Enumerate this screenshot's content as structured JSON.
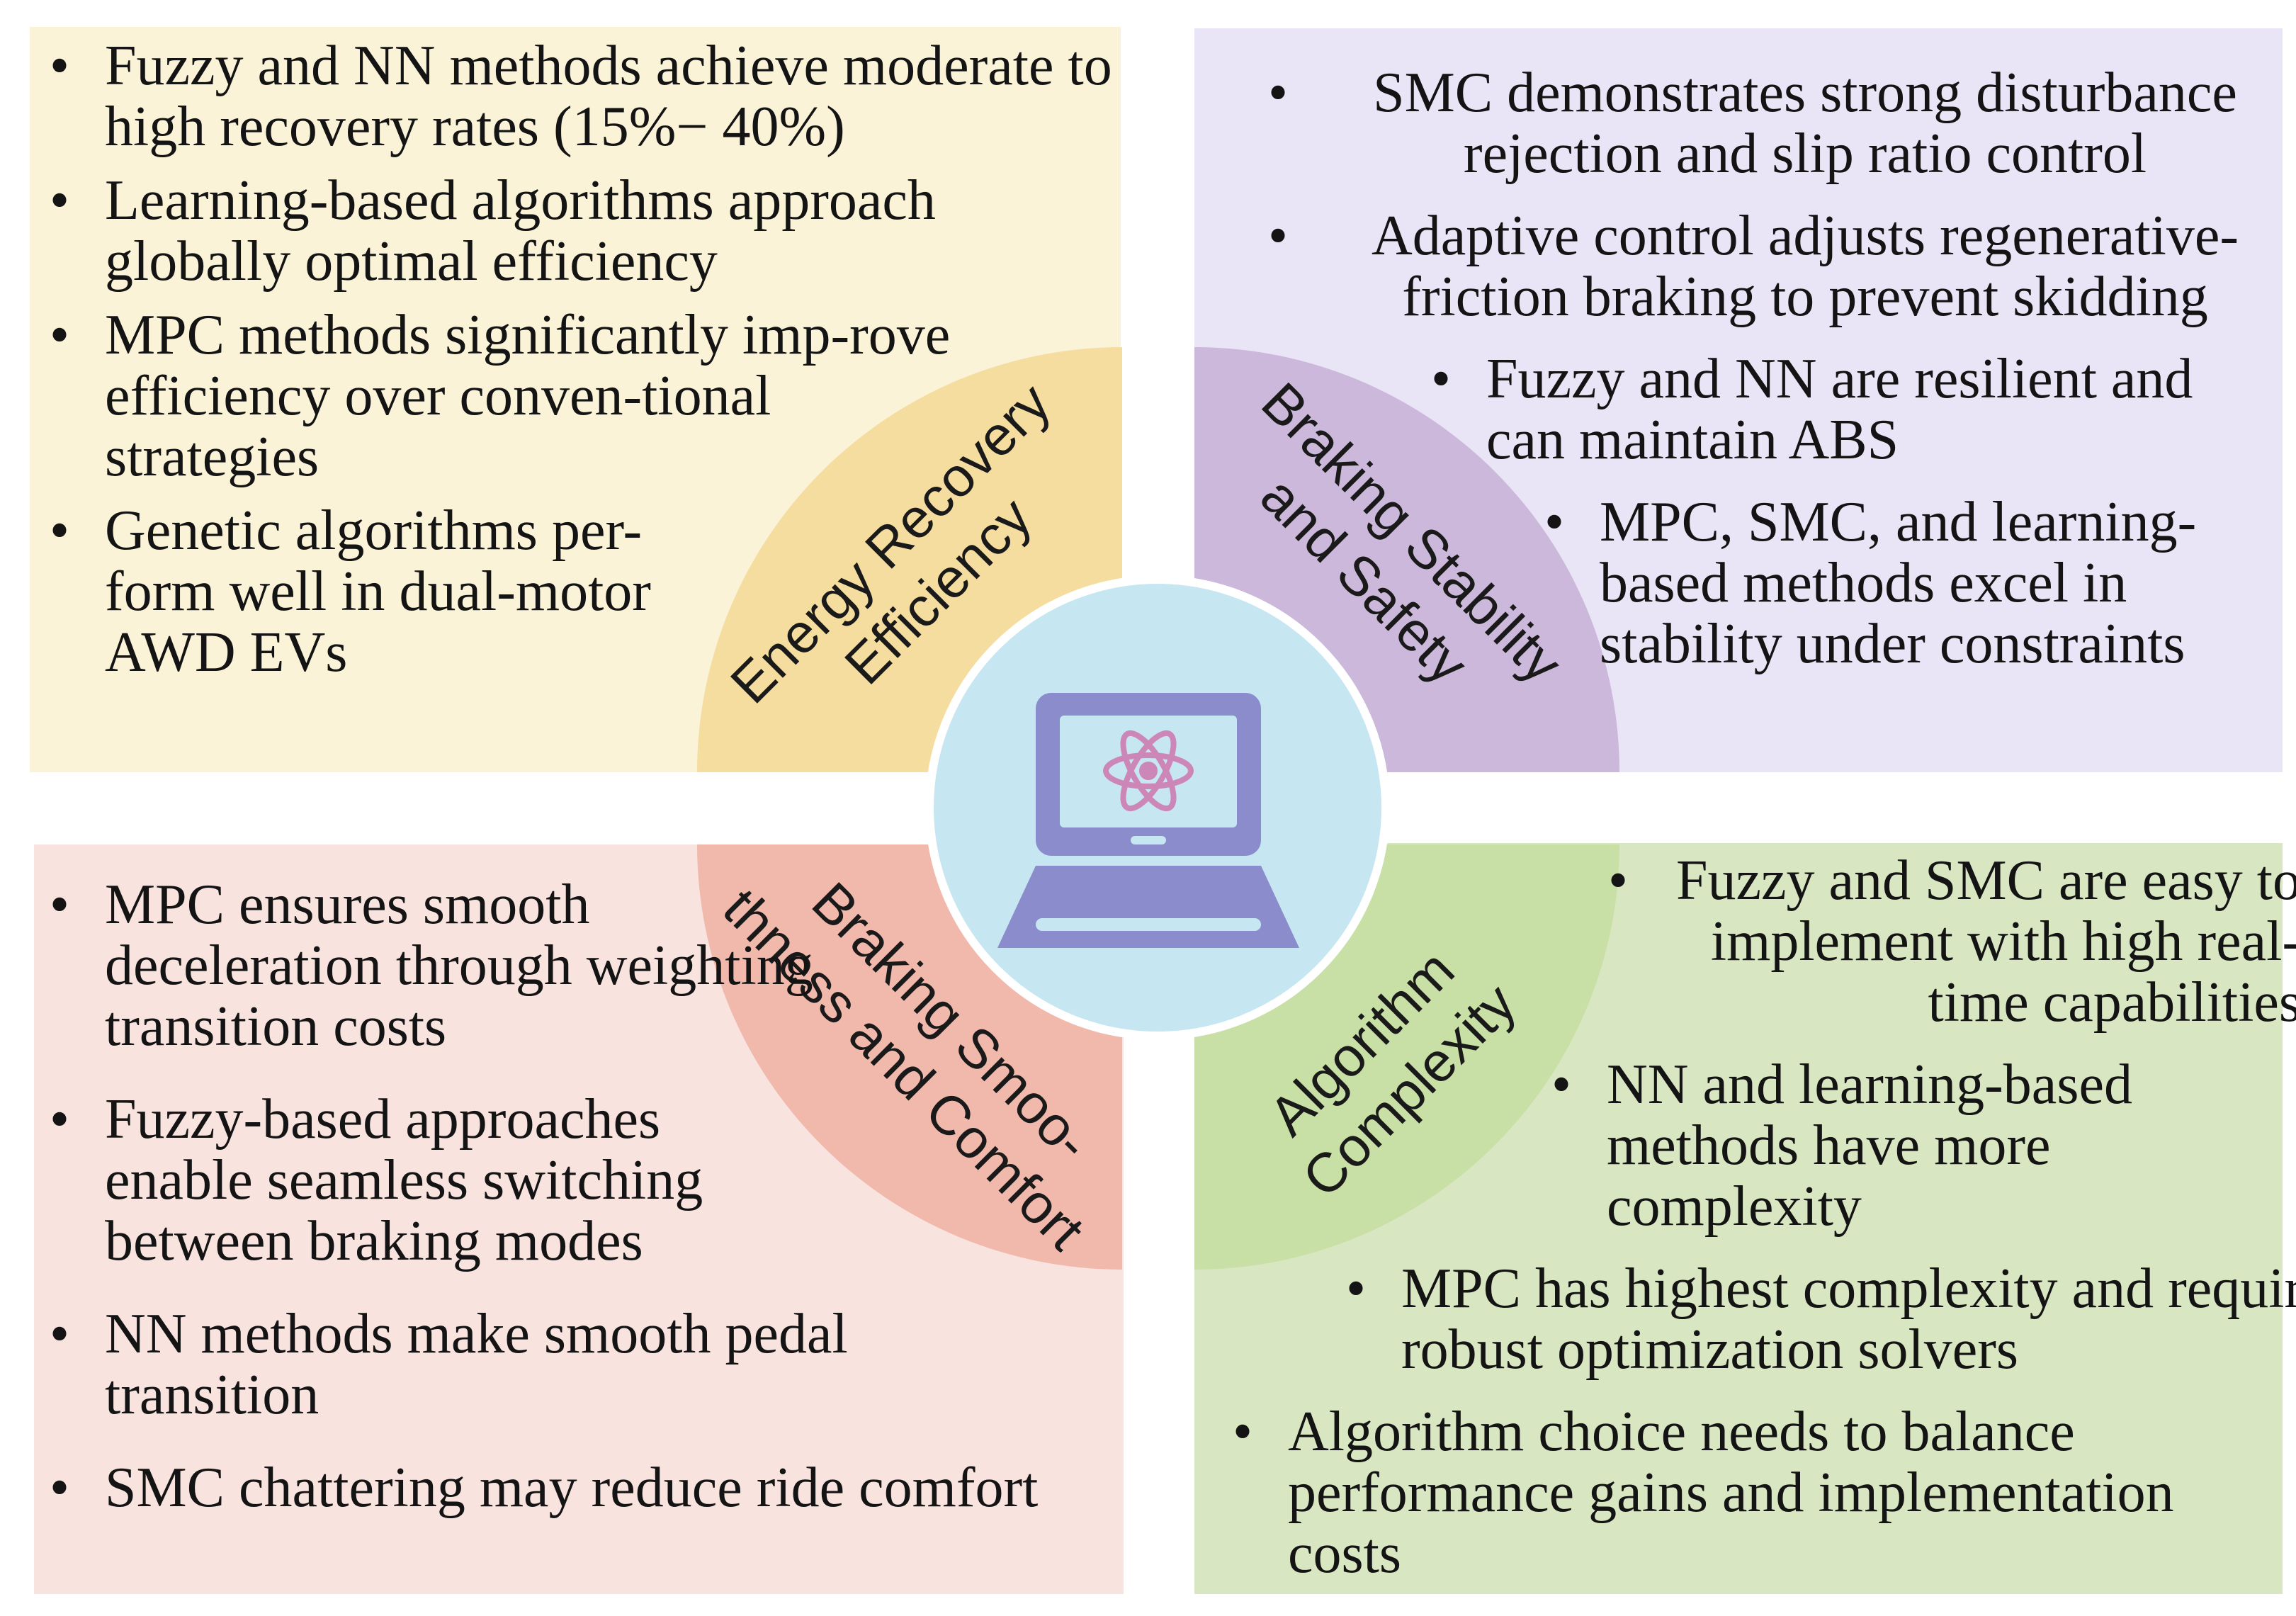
{
  "colors": {
    "energy_panel": "#fbf3d8",
    "energy_sector": "#f5dd9f",
    "stability_panel": "#e9e4f6",
    "stability_sector": "#ccb8da",
    "comfort_panel": "#f9e3df",
    "comfort_sector": "#f1b8ac",
    "complexity_panel": "#d8e6c2",
    "complexity_sector": "#c8e0a6",
    "center_circle": "#c6e6f1",
    "laptop": "#8a8ccb",
    "atom": "#cc86b8"
  },
  "center_icon": "laptop-atom-icon",
  "quadrants": {
    "energy": {
      "title_line1": "Energy Recovery",
      "title_line2": "Efficiency",
      "bullets": [
        "Fuzzy and NN methods achieve moderate to high recovery rates (15%− 40%)",
        "Learning-based algorithms approach globally optimal efficiency",
        "MPC methods significantly imp-rove efficiency over conven-tional strategies",
        "Genetic algorithms per-form well in dual-motor AWD EVs"
      ]
    },
    "stability": {
      "title_line1": "Braking Stability",
      "title_line2": "and Safety",
      "bullets": [
        "SMC demonstrates strong disturbance rejection and slip ratio control",
        "Adaptive control adjusts regenerative-friction braking to prevent skidding",
        "Fuzzy and NN are resilient and can maintain ABS",
        "MPC, SMC, and learning-based methods excel in stability under constraints"
      ]
    },
    "comfort": {
      "title_line1": "Braking Smoo-",
      "title_line2": "thness and Comfort",
      "bullets": [
        "MPC ensures smooth deceleration through weighting transition costs",
        "Fuzzy-based approaches enable seamless switching between braking modes",
        "NN methods make smooth pedal transition",
        "SMC chattering may reduce ride comfort"
      ]
    },
    "complexity": {
      "title_line1": "Algorithm",
      "title_line2": "Complexity",
      "bullets": [
        "Fuzzy and SMC are easy to implement with high real-time capabilities",
        "NN and learning-based methods have more complexity",
        "MPC has highest complexity and requires robust optimization solvers",
        "Algorithm choice needs to balance performance gains and implementation costs"
      ]
    }
  }
}
